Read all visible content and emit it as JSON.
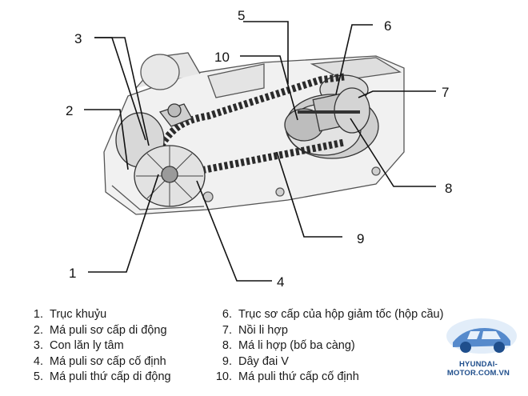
{
  "callouts": [
    "1",
    "2",
    "3",
    "4",
    "5",
    "6",
    "7",
    "8",
    "9",
    "10"
  ],
  "legend_left": [
    {
      "num": "1.",
      "text": "Trục khuỷu"
    },
    {
      "num": "2.",
      "text": "Má puli sơ cấp di động"
    },
    {
      "num": "3.",
      "text": "Con lăn ly tâm"
    },
    {
      "num": "4.",
      "text": "Má puli sơ cấp cố định"
    },
    {
      "num": "5.",
      "text": "Má puli thứ cấp di động"
    }
  ],
  "legend_right": [
    {
      "num": "6.",
      "text": "Trục sơ cấp của hộp giảm tốc (hộp cầu)"
    },
    {
      "num": "7.",
      "text": "Nồi li hợp"
    },
    {
      "num": "8.",
      "text": "Má li hợp (bố ba càng)"
    },
    {
      "num": "9.",
      "text": "Dây đai V"
    },
    {
      "num": "10.",
      "text": "Má puli thứ cấp cố định"
    }
  ],
  "brand": {
    "text": "HYUNDAI-MOTOR.COM.VN",
    "color": "#1f4e8c"
  }
}
